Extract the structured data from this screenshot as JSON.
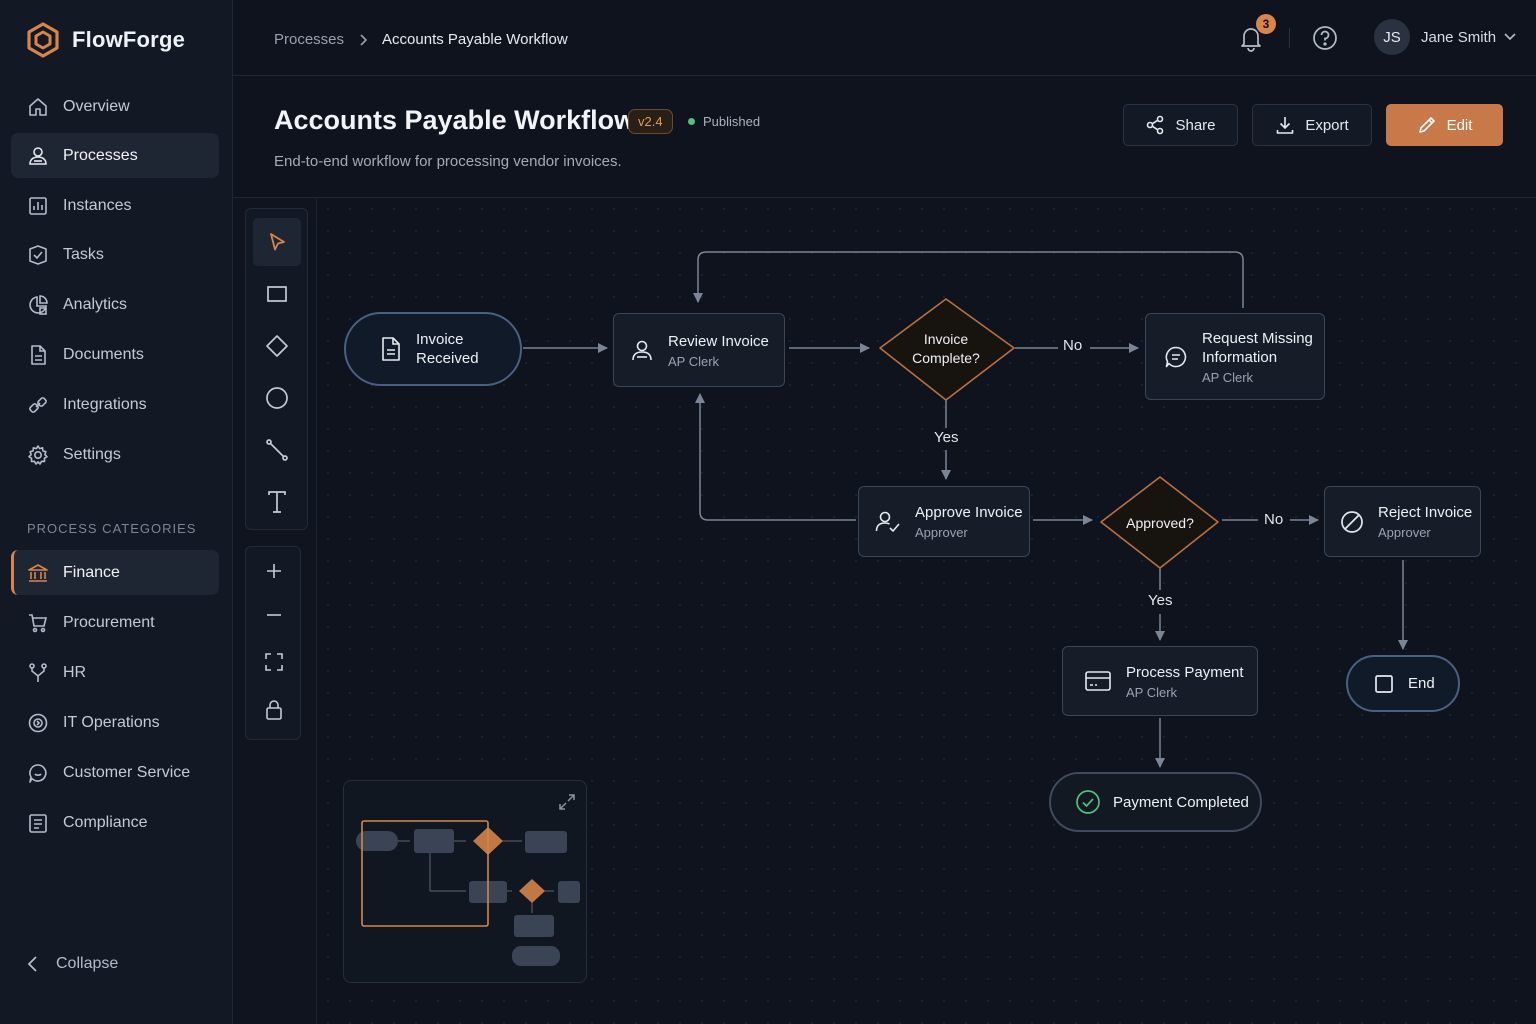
{
  "app": {
    "name": "FlowForge",
    "accent": "#d7854a"
  },
  "sidebar": {
    "items": [
      {
        "label": "Overview",
        "icon": "home-icon"
      },
      {
        "label": "Processes",
        "icon": "processes-icon",
        "active": true
      },
      {
        "label": "Instances",
        "icon": "instances-icon"
      },
      {
        "label": "Tasks",
        "icon": "tasks-icon"
      },
      {
        "label": "Analytics",
        "icon": "analytics-icon"
      },
      {
        "label": "Documents",
        "icon": "documents-icon"
      },
      {
        "label": "Integrations",
        "icon": "integrations-icon"
      },
      {
        "label": "Settings",
        "icon": "gear-icon"
      }
    ],
    "categories_title": "PROCESS CATEGORIES",
    "categories": [
      {
        "label": "Finance",
        "icon": "bank-icon",
        "active": true
      },
      {
        "label": "Procurement",
        "icon": "cart-icon"
      },
      {
        "label": "HR",
        "icon": "hr-icon"
      },
      {
        "label": "IT Operations",
        "icon": "it-icon"
      },
      {
        "label": "Customer Service",
        "icon": "chat-icon"
      },
      {
        "label": "Compliance",
        "icon": "compliance-icon"
      }
    ],
    "collapse_label": "Collapse"
  },
  "topbar": {
    "breadcrumb": [
      "Processes",
      "Accounts Payable Workflow"
    ],
    "notifications_count": "3",
    "user": {
      "initials": "JS",
      "name": "Jane Smith"
    }
  },
  "header": {
    "title": "Accounts Payable Workflow",
    "version": "v2.4",
    "status": "Published",
    "status_color": "#4ec27a",
    "description": "End-to-end workflow for processing vendor invoices.",
    "buttons": {
      "share": "Share",
      "export": "Export",
      "edit": "Edit"
    }
  },
  "flow": {
    "nodes": {
      "invoice_received": {
        "title": "Invoice\nReceived"
      },
      "review_invoice": {
        "title": "Review Invoice",
        "role": "AP Clerk"
      },
      "invoice_complete": {
        "title": "Invoice\nComplete?"
      },
      "request_missing": {
        "title": "Request Missing\nInformation",
        "role": "AP Clerk"
      },
      "approve_invoice": {
        "title": "Approve Invoice",
        "role": "Approver"
      },
      "approved": {
        "title": "Approved?"
      },
      "reject_invoice": {
        "title": "Reject Invoice",
        "role": "Approver"
      },
      "process_payment": {
        "title": "Process Payment",
        "role": "AP Clerk"
      },
      "end": {
        "title": "End"
      },
      "payment_completed": {
        "title": "Payment Completed"
      }
    },
    "edge_labels": {
      "no_1": "No",
      "yes_1": "Yes",
      "no_2": "No",
      "yes_2": "Yes"
    }
  }
}
